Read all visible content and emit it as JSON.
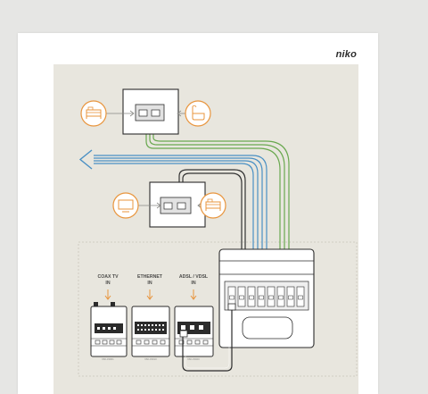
{
  "brand": {
    "name": "niko"
  },
  "modules": {
    "coax": {
      "title": "COAX TV",
      "sub": "IN",
      "code": "660-33001"
    },
    "ethernet": {
      "title": "ETHERNET",
      "sub": "IN",
      "code": "660-33010"
    },
    "adsl": {
      "title": "ADSL / VDSL",
      "sub": "IN",
      "code": "660-33020"
    }
  },
  "icons": {
    "room_top_left": "bed-icon",
    "room_top_right": "bath-icon",
    "room_bottom_left": "monitor-icon",
    "room_bottom_right": "bed-icon"
  },
  "colors": {
    "page_bg": "#e6e6e4",
    "panel": "#e8e6de",
    "accent_orange": "#e8953d",
    "cable_blue": "#4a90c4",
    "cable_green": "#69a84f",
    "cable_dark": "#333333"
  }
}
